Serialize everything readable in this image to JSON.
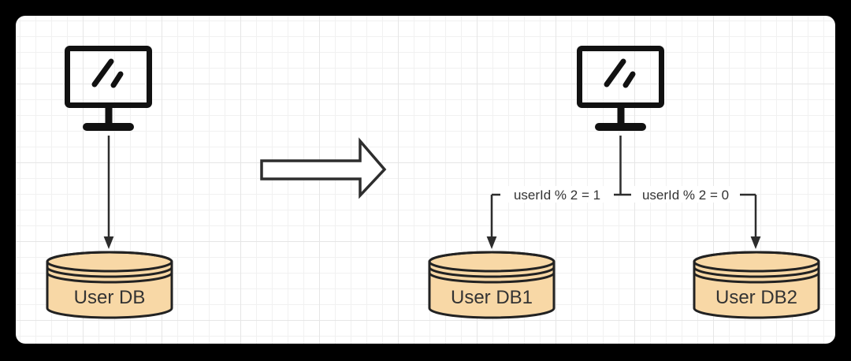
{
  "colors": {
    "frame_bg": "#000000",
    "canvas_bg": "#ffffff",
    "grid_minor": "#f1f1f1",
    "grid_major": "#e6e6e6",
    "icon": "#111111",
    "line": "#2d2d2d",
    "db_fill": "#F8D8A6",
    "db_stroke": "#222222",
    "text": "#333333"
  },
  "before": {
    "client_icon": "monitor-icon",
    "db_label": "User DB"
  },
  "transform": {
    "arrow_icon": "right-block-arrow"
  },
  "after": {
    "client_icon": "monitor-icon",
    "branches": [
      {
        "condition": "userId % 2 = 1",
        "db_label": "User DB1"
      },
      {
        "condition": "userId % 2 = 0",
        "db_label": "User DB2"
      }
    ]
  }
}
